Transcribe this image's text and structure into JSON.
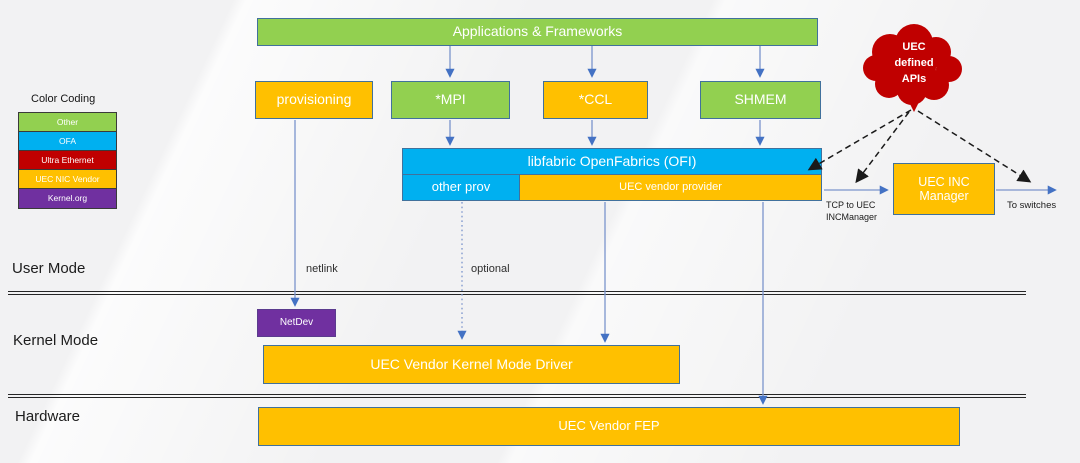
{
  "legend": {
    "title": "Color Coding",
    "items": [
      {
        "label": "Other",
        "color": "#92D050"
      },
      {
        "label": "OFA",
        "color": "#00B0F0"
      },
      {
        "label": "Ultra Ethernet",
        "color": "#C00000"
      },
      {
        "label": "UEC NIC Vendor",
        "color": "#FFC000"
      },
      {
        "label": "Kernel.org",
        "color": "#7030A0"
      }
    ]
  },
  "layers": {
    "user_mode": "User Mode",
    "kernel_mode": "Kernel Mode",
    "hardware": "Hardware"
  },
  "boxes": {
    "apps": {
      "label": "Applications & Frameworks",
      "color": "#92D050"
    },
    "provisioning": {
      "label": "provisioning",
      "color": "#FFC000"
    },
    "mpi": {
      "label": "*MPI",
      "color": "#92D050"
    },
    "ccl": {
      "label": "*CCL",
      "color": "#FFC000"
    },
    "shmem": {
      "label": "SHMEM",
      "color": "#92D050"
    },
    "libfabric": {
      "label": "libfabric OpenFabrics (OFI)",
      "color": "#00B0F0"
    },
    "other_prov": {
      "label": "other prov",
      "color": "#00B0F0"
    },
    "uec_vendor_provider": {
      "label": "UEC vendor provider",
      "color": "#FFC000"
    },
    "uec_inc_manager": {
      "label": "UEC INC Manager",
      "color": "#FFC000"
    },
    "netdev": {
      "label": "NetDev",
      "color": "#7030A0"
    },
    "kernel_driver": {
      "label": "UEC Vendor Kernel Mode Driver",
      "color": "#FFC000"
    },
    "fep": {
      "label": "UEC Vendor  FEP",
      "color": "#FFC000"
    }
  },
  "cloud": {
    "label": "UEC\ndefined\nAPIs",
    "color": "#C00000"
  },
  "edge_labels": {
    "netlink": "netlink",
    "optional": "optional",
    "tcp_to_inc": "TCP to UEC\nINCManager",
    "to_switches": "To switches"
  },
  "colors": {
    "arrow_blue": "#7b94cc",
    "dashed_black": "#1a1a1a",
    "box_border_blue": "#41719C"
  }
}
